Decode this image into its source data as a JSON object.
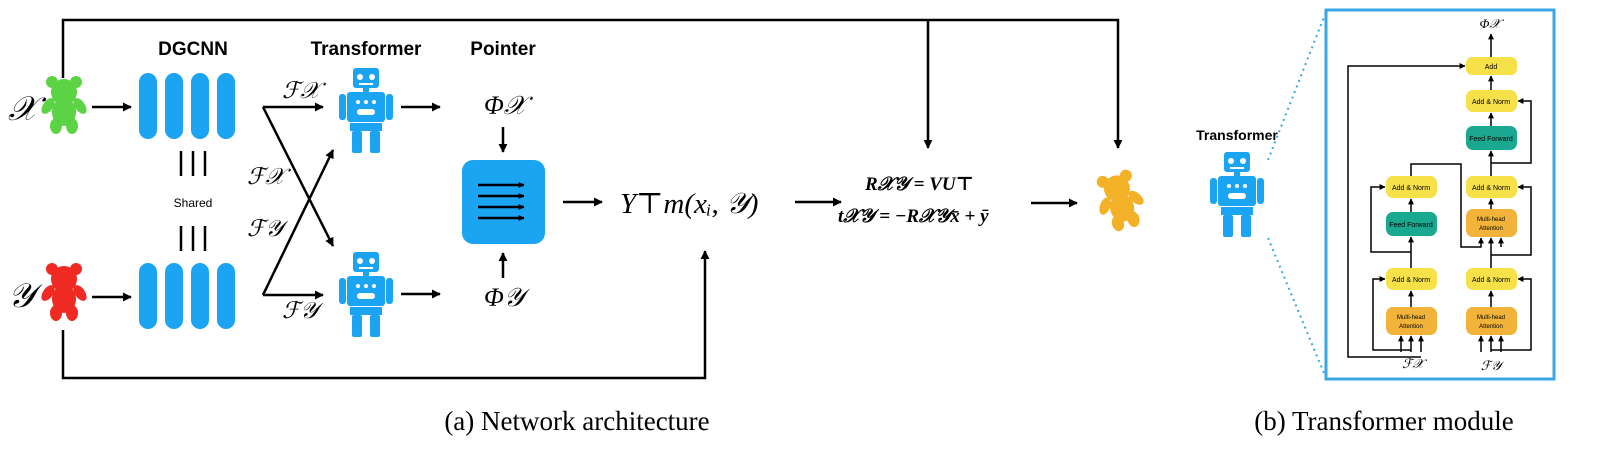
{
  "titles": {
    "dgcnn": "DGCNN",
    "transformer": "Transformer",
    "pointer": "Pointer",
    "shared": "Shared",
    "side_transformer": "Transformer"
  },
  "inputs": {
    "x_label": "𝒳",
    "y_label": "𝒴"
  },
  "features": {
    "fx": "ℱ𝒳",
    "fy": "ℱ𝒴"
  },
  "embeddings": {
    "phi_x": "Φ𝒳",
    "phi_y": "Φ𝒴"
  },
  "equations": {
    "soft_match": "Y⊤m(xᵢ, 𝒴)",
    "rotation": "R𝒳𝒴 = VU⊤",
    "translation": "t𝒳𝒴 = −R𝒳𝒴x̄ + ȳ"
  },
  "module": {
    "output": "Φ𝒳",
    "add": "Add",
    "add_norm": "Add & Norm",
    "feed_forward": "Feed Forward",
    "mha_line1": "Multi-head",
    "mha_line2": "Attention",
    "in_x": "ℱ𝒳",
    "in_y": "ℱ𝒴"
  },
  "captions": {
    "a": "(a) Network architecture",
    "b": "(b) Transformer module"
  },
  "colors": {
    "blue": "#1ba4f2",
    "green": "#5cd345",
    "red": "#ee2a23",
    "orange": "#f3b128",
    "yellow": "#f6e148",
    "mha_orange": "#f2b33a",
    "teal": "#1aa890",
    "frame_blue": "#38a7e4"
  }
}
